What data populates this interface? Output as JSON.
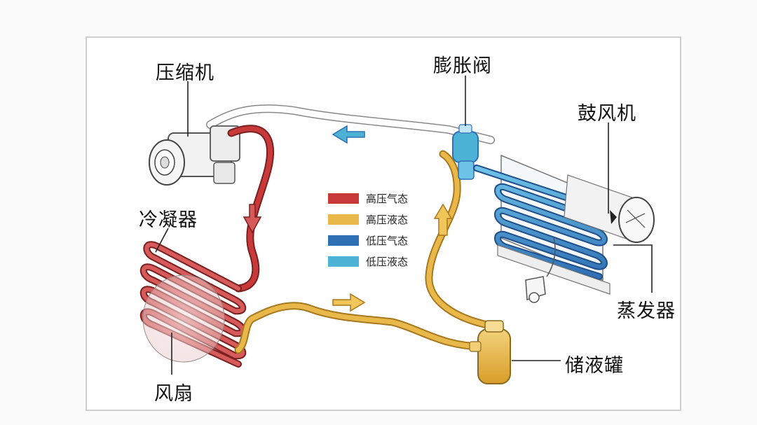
{
  "labels": {
    "compressor": "压缩机",
    "expansion_valve": "膨胀阀",
    "blower": "鼓风机",
    "condenser": "冷凝器",
    "evaporator": "蒸发器",
    "receiver": "储液罐",
    "fan": "风扇"
  },
  "legend": [
    {
      "label": "高压气态",
      "color": "#c83a3a"
    },
    {
      "label": "高压液态",
      "color": "#e8b84a"
    },
    {
      "label": "低压气态",
      "color": "#2f6fb3"
    },
    {
      "label": "低压液态",
      "color": "#4db3d6"
    }
  ],
  "colors": {
    "high_pressure_gas": "#c83a3a",
    "high_pressure_liquid": "#e8b84a",
    "low_pressure_gas": "#2f6fb3",
    "low_pressure_liquid": "#4db3d6",
    "return_pipe": "#ffffff",
    "pipe_outline": "#8a8a8a"
  }
}
